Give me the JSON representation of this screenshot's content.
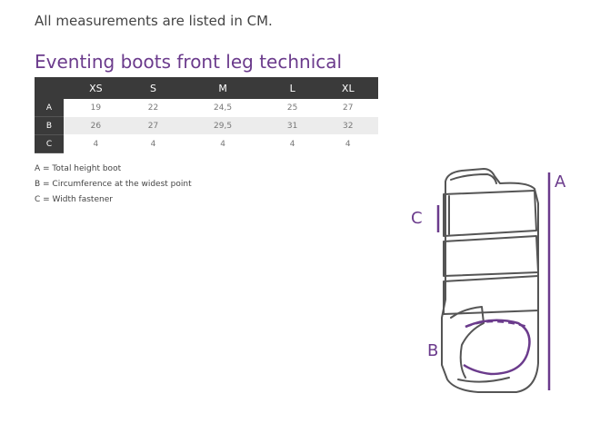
{
  "intro": "All measurements are listed in CM.",
  "title": "Eventing boots front leg technical",
  "table": {
    "columns": [
      "XS",
      "S",
      "M",
      "L",
      "XL"
    ],
    "rows": [
      {
        "label": "A",
        "values": [
          "19",
          "22",
          "24,5",
          "25",
          "27"
        ]
      },
      {
        "label": "B",
        "values": [
          "26",
          "27",
          "29,5",
          "31",
          "32"
        ]
      },
      {
        "label": "C",
        "values": [
          "4",
          "4",
          "4",
          "4",
          "4"
        ]
      }
    ]
  },
  "legend": [
    "A = Total height boot",
    "B = Circumference at the widest point",
    "C = Width fastener"
  ],
  "diagram": {
    "label_a": "A",
    "label_b": "B",
    "label_c": "C",
    "accent_color": "#6b3b8c",
    "outline_color": "#555555"
  }
}
